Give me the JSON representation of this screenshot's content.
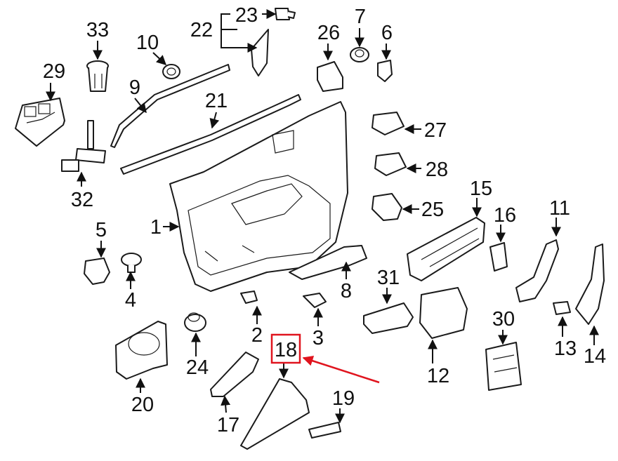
{
  "diagram": {
    "highlighted_callout": "18",
    "highlight_color": "#e0141e",
    "callouts": {
      "c1": "1",
      "c2": "2",
      "c3": "3",
      "c4": "4",
      "c5": "5",
      "c6": "6",
      "c7": "7",
      "c8": "8",
      "c9": "9",
      "c10": "10",
      "c11": "11",
      "c12": "12",
      "c13": "13",
      "c14": "14",
      "c15": "15",
      "c16": "16",
      "c17": "17",
      "c18": "18",
      "c19": "19",
      "c20": "20",
      "c21": "21",
      "c22": "22",
      "c23": "23",
      "c24": "24",
      "c25": "25",
      "c26": "26",
      "c27": "27",
      "c28": "28",
      "c29": "29",
      "c30": "30",
      "c31": "31",
      "c32": "32",
      "c33": "33"
    }
  }
}
